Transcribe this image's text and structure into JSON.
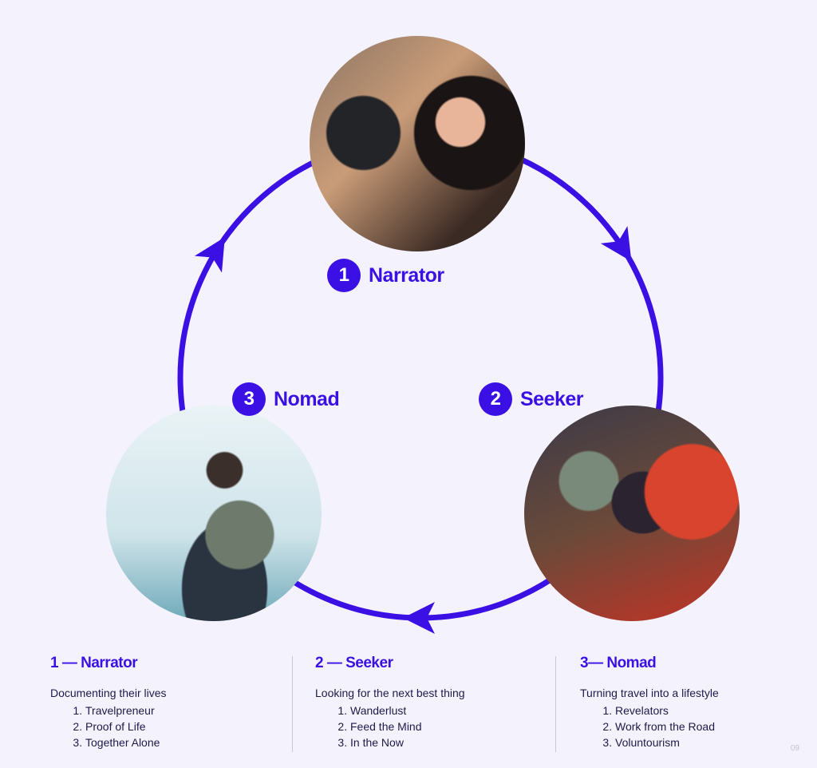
{
  "accent": "#3a10e5",
  "diagram": {
    "nodes": [
      {
        "num": "1",
        "label": "Narrator"
      },
      {
        "num": "2",
        "label": "Seeker"
      },
      {
        "num": "3",
        "label": "Nomad"
      }
    ]
  },
  "columns": [
    {
      "title": "1 — Narrator",
      "subtitle": "Documenting their lives",
      "items": [
        "Travelpreneur",
        "Proof of Life",
        "Together Alone"
      ]
    },
    {
      "title": "2 — Seeker",
      "subtitle": "Looking for the next best thing",
      "items": [
        "Wanderlust",
        "Feed the Mind",
        "In the Now"
      ]
    },
    {
      "title": "3— Nomad",
      "subtitle": "Turning travel into a lifestyle",
      "items": [
        "Revelators",
        "Work from the Road",
        "Voluntourism"
      ]
    }
  ],
  "page_number": "09"
}
